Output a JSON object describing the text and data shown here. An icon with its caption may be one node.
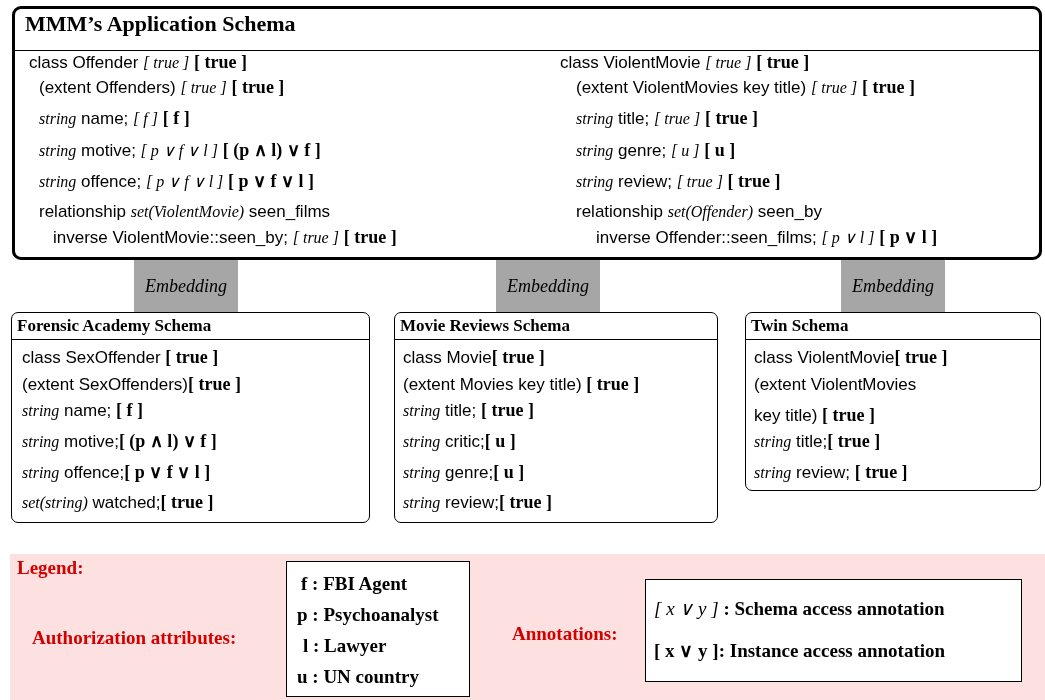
{
  "diagram": {
    "nodes": [
      {
        "text": [
          "MMM’s Application Schema",
          "class Offender *[ true ]* **[ true ]**",
          "(extent Offenders) *[ true ]* **[ true ]**",
          "*string* name; *[ f ]* **[ f ]**",
          "*string* motive; *[ p ∨ f ∨ l ]* **[ (p ∧ l) ∨ f ]**",
          "*string* offence; *[ p ∨ f ∨ l ]* **[ p ∨ f ∨ l ]**",
          "relationship *set(ViolentMovie)* seen_films",
          "inverse ViolentMovie::seen_by; *[ true ]* **[ true ]**",
          "class ViolentMovie *[ true ]* **[ true ]**",
          "(extent ViolentMovies key title) *[ true ]* **[ true ]**",
          "*string* title; *[ true ]* **[ true ]**",
          "*string* genre; *[ u ]* **[ u ]**",
          "*string* review; *[ true ]* **[ true ]**",
          "relationship *set(Offender)* seen_by",
          "inverse Offender::seen_films; *[ p ∨ l ]* **[ p ∨ l ]**"
        ]
      },
      {
        "text": [
          "Forensic Academy Schema",
          "class SexOffender **[ true ]**",
          "(extent SexOffenders)**[ true ]**",
          "*string* name; **[ f ]**",
          "*string* motive;**[ (p ∧ l) ∨ f ]**",
          "*string* offence;**[ p ∨ f ∨ l ]**",
          "*set(string)* watched;**[ true ]**"
        ]
      },
      {
        "text": [
          "Movie Reviews Schema",
          "class Movie**[ true ]**",
          "(extent Movies key title) **[ true ]**",
          "*string* title; **[ true ]**",
          "*string* critic;**[ u ]**",
          "*string* genre;**[ u ]**",
          "*string* review;**[ true ]**"
        ]
      },
      {
        "text": [
          "Twin Schema",
          "class ViolentMovie**[ true ]**",
          "(extent ViolentMovies key title) **[ true ]**",
          "*string* title;**[ true ]**",
          "*string* review; **[ true ]**"
        ]
      },
      {
        "text": [
          "Legend:",
          "Authorization attributes:",
          "Annotations:"
        ]
      },
      {
        "text": [
          "f : FBI Agent",
          "p : Psychoanalyst",
          "l : Lawyer",
          "u : UN country"
        ],
        "in": 4
      },
      {
        "text": [
          "*[ x ∨ y ]* : Schema access annotation",
          "[ x ∨ y ]: Instance access annotation"
        ],
        "in": 4
      }
    ],
    "edges": [
      {
        "from": 0,
        "to": 1,
        "arrow": "none",
        "label": "Embedding",
        "style": "thick"
      },
      {
        "from": 0,
        "to": 2,
        "arrow": "none",
        "label": "Embedding",
        "style": "thick"
      },
      {
        "from": 0,
        "to": 3,
        "arrow": "none",
        "label": "Embedding",
        "style": "thick"
      }
    ]
  }
}
